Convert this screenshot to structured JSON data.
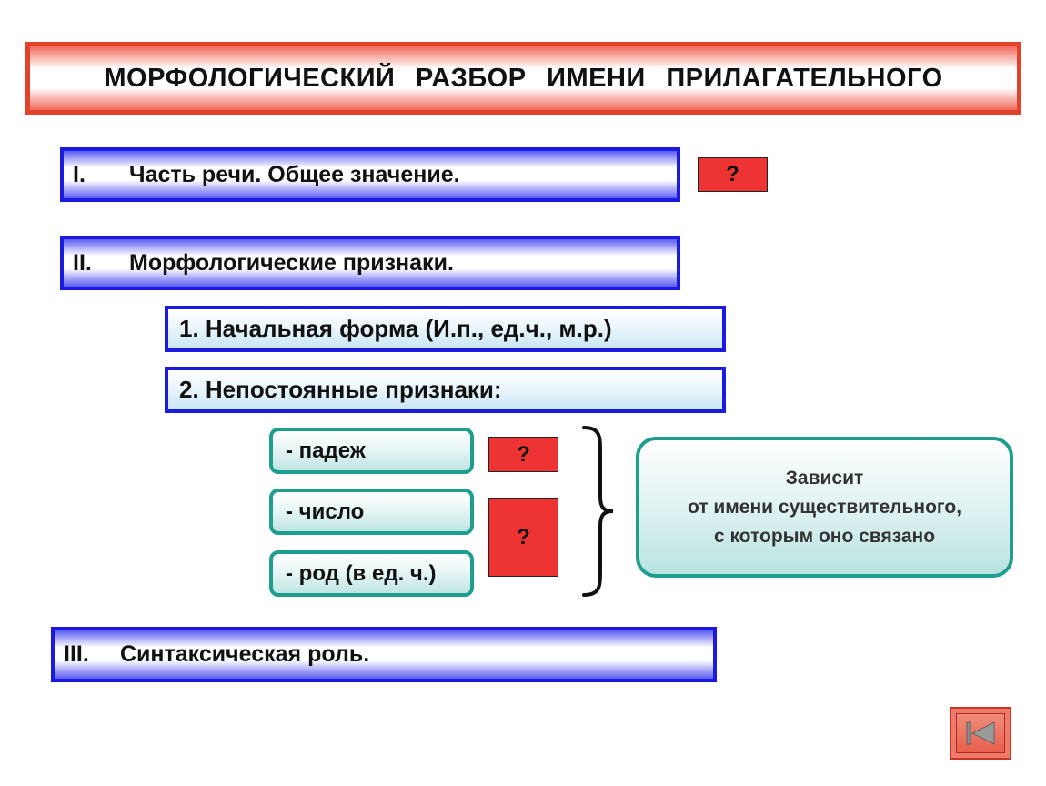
{
  "title": "МОРФОЛОГИЧЕСКИЙ РАЗБОР ИМЕНИ ПРИЛАГАТЕЛЬНОГО",
  "sections": {
    "s1": {
      "numeral": "I.",
      "text": "Часть речи. Общее значение.",
      "question": "?"
    },
    "s2": {
      "numeral": "II.",
      "text": "Морфологические признаки."
    },
    "s3": {
      "numeral": "III.",
      "text": "Синтаксическая роль."
    }
  },
  "subsections": {
    "initial_form": "1. Начальная форма (И.п., ед.ч., м.р.)",
    "nonconstant": "2. Непостоянные признаки:"
  },
  "features": {
    "case": "- падеж",
    "number": "- число",
    "gender": "- род (в ед. ч.)",
    "case_question": "?",
    "number_gender_question": "?"
  },
  "explanation": {
    "line1": "Зависит",
    "line2": "от имени существительного,",
    "line3": "с которым оно связано"
  },
  "nav": {
    "back_icon": "back-triangle-icon"
  },
  "colors": {
    "title_border": "#e0432a",
    "section_border": "#1a1ae0",
    "feature_border": "#1e9e8e",
    "question_fill": "#ee3333"
  }
}
